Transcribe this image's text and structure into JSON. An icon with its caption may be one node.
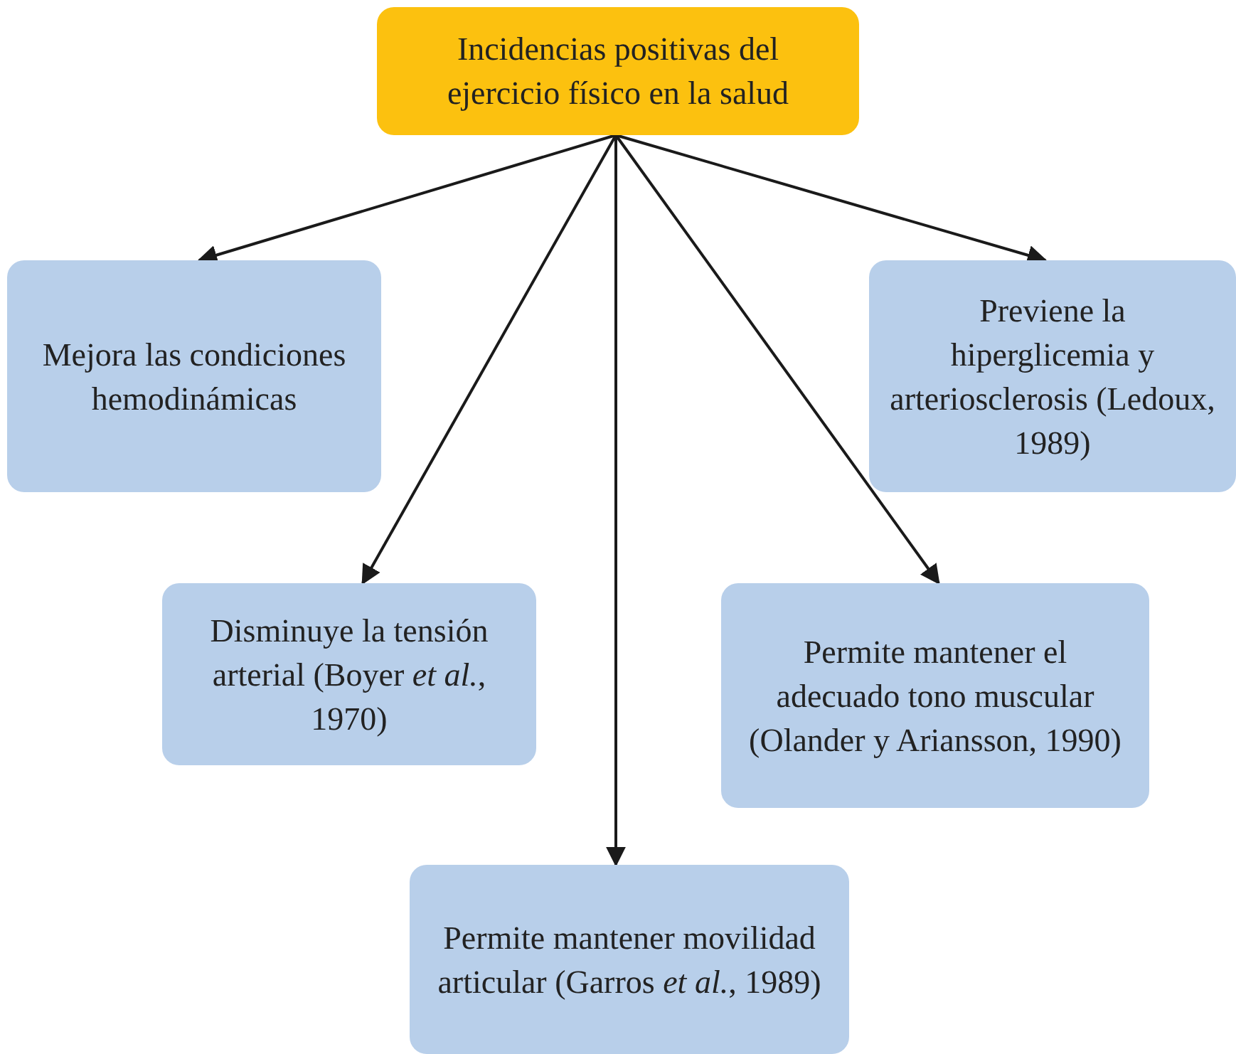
{
  "diagram": {
    "nodes": [
      {
        "text": [
          "Incidencias positivas del ejercicio físico en la salud"
        ]
      },
      {
        "text": [
          "Mejora las condiciones hemodinámicas"
        ]
      },
      {
        "text": [
          "Previene la hiperglicemia y arteriosclerosis (Ledoux, 1989)"
        ]
      },
      {
        "text": [
          "Disminuye la tensión arterial (Boyer *et al.*, 1970)"
        ]
      },
      {
        "text": [
          "Permite mantener el adecuado tono muscular (Olander y Ariansson, 1990)"
        ]
      },
      {
        "text": [
          "Permite mantener movilidad articular (Garros *et al.*, 1989)"
        ]
      }
    ],
    "edges": [
      {
        "from": 0,
        "to": 1,
        "arrow": "to"
      },
      {
        "from": 0,
        "to": 3,
        "arrow": "to"
      },
      {
        "from": 0,
        "to": 5,
        "arrow": "to"
      },
      {
        "from": 0,
        "to": 4,
        "arrow": "to"
      },
      {
        "from": 0,
        "to": 2,
        "arrow": "to"
      }
    ]
  }
}
